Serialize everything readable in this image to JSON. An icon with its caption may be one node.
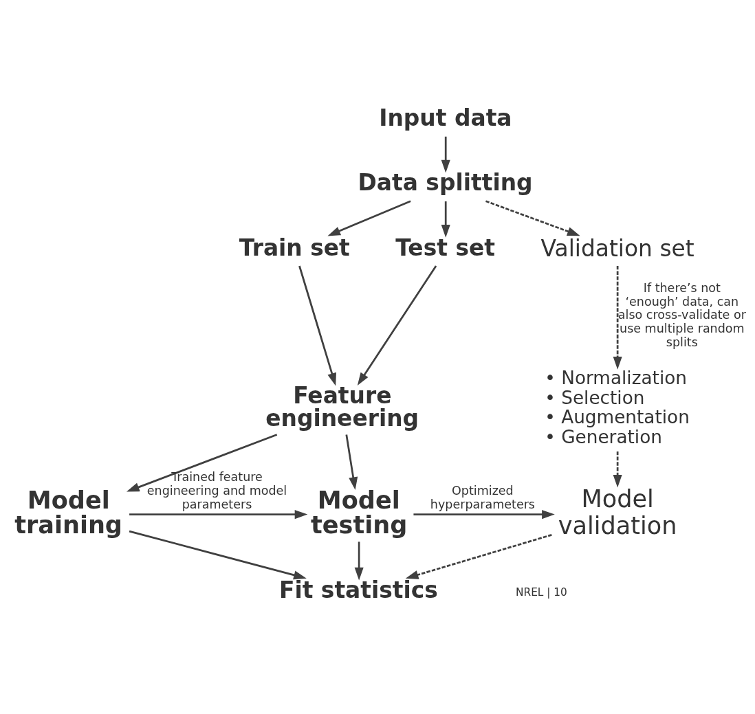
{
  "diagram": {
    "nodes": [
      {
        "text": [
          "Input data"
        ]
      },
      {
        "text": [
          "Data splitting"
        ]
      },
      {
        "text": [
          "Train set"
        ]
      },
      {
        "text": [
          "Test set"
        ]
      },
      {
        "text": [
          "Validation set"
        ]
      },
      {
        "text": [
          "Feature engineering"
        ]
      },
      {
        "text": [
          "• Normalization",
          "• Selection",
          "• Augmentation",
          "• Generation"
        ]
      },
      {
        "text": [
          "Model training"
        ]
      },
      {
        "text": [
          "Model testing"
        ]
      },
      {
        "text": [
          "Model validation"
        ]
      },
      {
        "text": [
          "Fit statistics"
        ]
      }
    ],
    "edges": [
      {
        "from": 0,
        "to": 1,
        "arrow": "to"
      },
      {
        "from": 1,
        "to": 2,
        "arrow": "to"
      },
      {
        "from": 1,
        "to": 3,
        "arrow": "to"
      },
      {
        "from": 1,
        "to": 4,
        "arrow": "to",
        "style": "dashed"
      },
      {
        "from": 2,
        "to": 5,
        "arrow": "to"
      },
      {
        "from": 3,
        "to": 5,
        "arrow": "to"
      },
      {
        "from": 4,
        "to": 6,
        "arrow": "to",
        "style": "dashed",
        "label": "If there’s not ‘enough’ data, can also cross-validate or use multiple random splits"
      },
      {
        "from": 5,
        "to": 7,
        "arrow": "to"
      },
      {
        "from": 5,
        "to": 8,
        "arrow": "to"
      },
      {
        "from": 6,
        "to": 9,
        "arrow": "to",
        "style": "dashed"
      },
      {
        "from": 7,
        "to": 8,
        "arrow": "to",
        "label": "Trained feature engineering and model parameters"
      },
      {
        "from": 8,
        "to": 9,
        "arrow": "to",
        "label": "Optimized hyperparameters"
      },
      {
        "from": 7,
        "to": 10,
        "arrow": "to"
      },
      {
        "from": 8,
        "to": 10,
        "arrow": "to"
      },
      {
        "from": 9,
        "to": 10,
        "arrow": "to",
        "style": "dashed"
      }
    ],
    "labels": [
      "NREL | 10"
    ]
  }
}
